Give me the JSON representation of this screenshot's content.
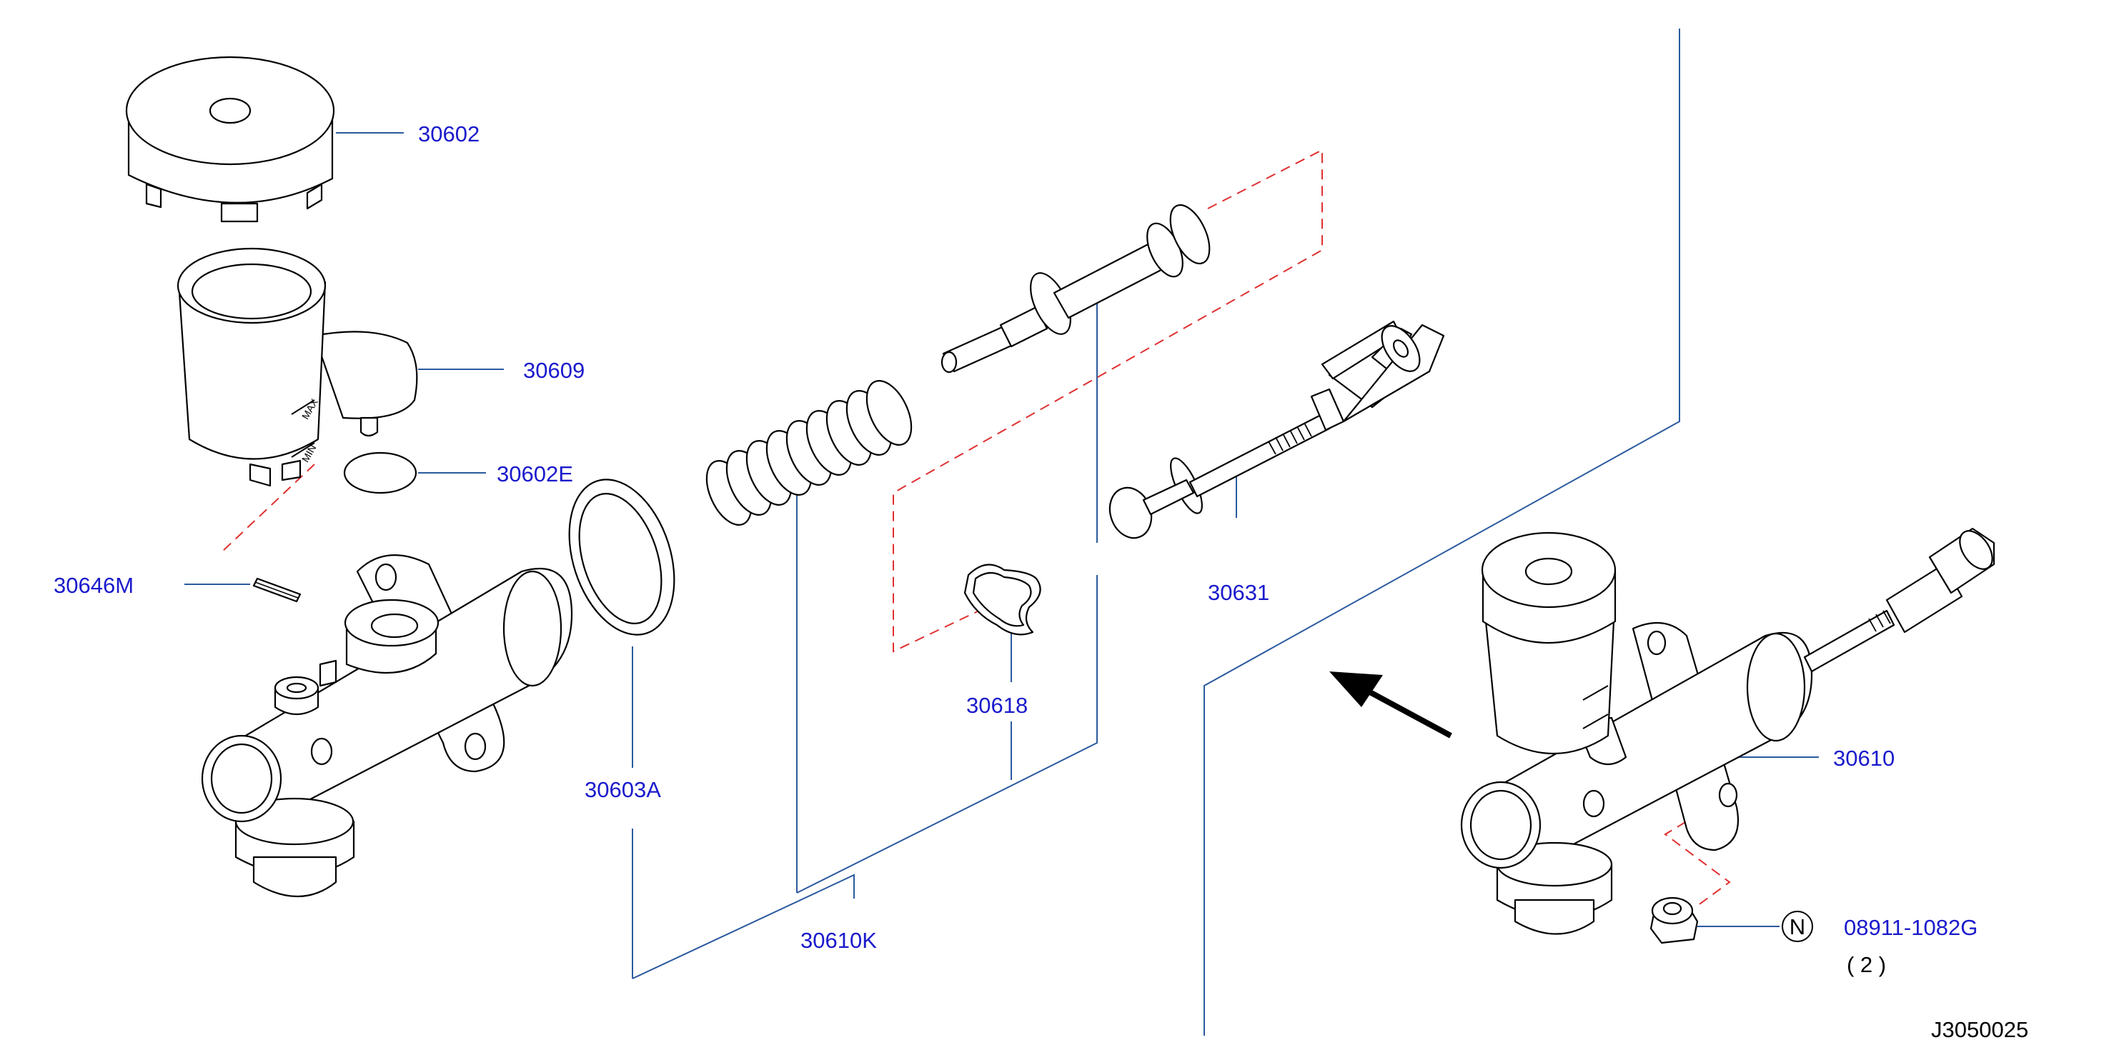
{
  "diagram_code": "J3050025",
  "assembly_part": "30610",
  "parts": {
    "p30602": "30602",
    "p30609": "30609",
    "p30602E": "30602E",
    "p30646M": "30646M",
    "p30603A": "30603A",
    "p30618": "30618",
    "p30610K": "30610K",
    "p30631": "30631",
    "p30610": "30610",
    "p08911": "08911-1082G"
  },
  "nut_symbol": "N",
  "nut_qty": "( 2 )",
  "colors": {
    "part_label": "#1a1acc",
    "leader_line": "#2b5a9e",
    "phantom_line": "#e03030"
  },
  "icons": [
    "arrow-icon"
  ],
  "reservoir_marks": {
    "max": "MAX",
    "min": "MIN"
  }
}
